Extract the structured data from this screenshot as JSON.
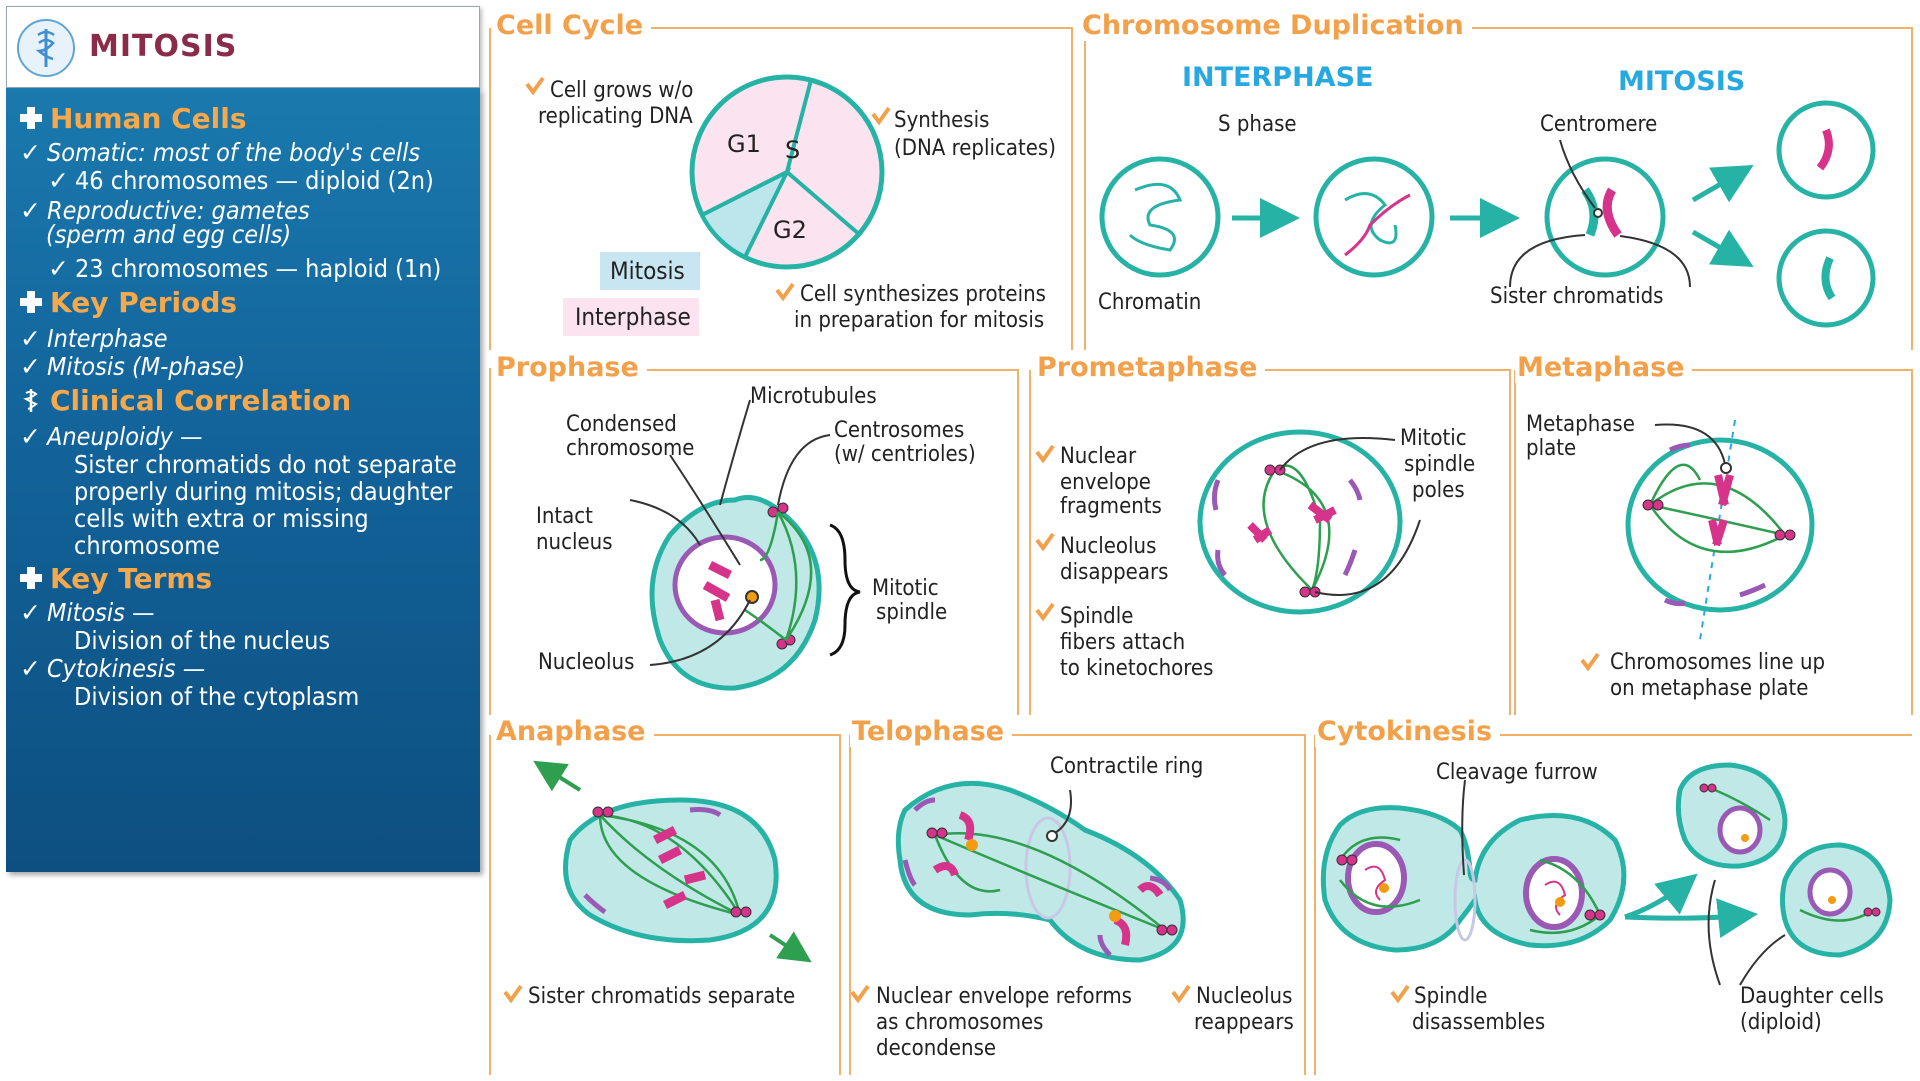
{
  "sidebar": {
    "title": "MITOSIS",
    "sections": [
      {
        "heading": "Human Cells"
      },
      {
        "heading": "Key Periods"
      },
      {
        "heading": "Clinical Correlation"
      },
      {
        "heading": "Key Terms"
      }
    ],
    "human_cells": {
      "somatic": "Somatic: most of the body's cells",
      "somatic_detail": "46 chromosomes — diploid (2n)",
      "repro_1": "Reproductive: gametes",
      "repro_2": "(sperm and egg cells)",
      "repro_detail": "23 chromosomes — haploid (1n)"
    },
    "key_periods": [
      "Interphase",
      "Mitosis (M-phase)"
    ],
    "clinical": {
      "term": "Aneuploidy —",
      "lines": [
        "Sister chromatids do not separate",
        "properly during mitosis; daughter",
        "cells with extra or missing",
        "chromosome"
      ]
    },
    "key_terms": {
      "mitosis": "Mitosis —",
      "mitosis_def": "Division of the nucleus",
      "cytokinesis": "Cytokinesis —",
      "cytokinesis_def": "Division of the cytoplasm"
    }
  },
  "panels": {
    "cell_cycle": {
      "title": "Cell Cycle",
      "note_g1": [
        "Cell grows w/o",
        "replicating DNA"
      ],
      "note_s": [
        "Synthesis",
        "(DNA replicates)"
      ],
      "note_g2": [
        "Cell synthesizes proteins",
        "in preparation for mitosis"
      ],
      "pie_labels": [
        "G1",
        "S",
        "G2"
      ],
      "legend": [
        "Mitosis",
        "Interphase"
      ]
    },
    "chromosome_duplication": {
      "title": "Chromosome Duplication",
      "interphase": "INTERPHASE",
      "mitosis": "MITOSIS",
      "s_phase": "S phase",
      "chromatin": "Chromatin",
      "centromere": "Centromere",
      "sister_chromatids": "Sister chromatids"
    },
    "prophase": {
      "title": "Prophase",
      "condensed": [
        "Condensed",
        "chromosome"
      ],
      "microtubules": "Microtubules",
      "centrosomes": [
        "Centrosomes",
        "(w/ centrioles)"
      ],
      "intact_nucleus": [
        "Intact",
        "nucleus"
      ],
      "mitotic_spindle": [
        "Mitotic",
        "spindle"
      ],
      "nucleolus": "Nucleolus"
    },
    "prometaphase": {
      "title": "Prometaphase",
      "notes": [
        [
          "Nuclear",
          "envelope",
          "fragments"
        ],
        [
          "Nucleolus",
          "disappears"
        ],
        [
          "Spindle",
          "fibers attach",
          "to kinetochores"
        ]
      ],
      "poles": [
        "Mitotic",
        "spindle",
        "poles"
      ]
    },
    "metaphase": {
      "title": "Metaphase",
      "plate": [
        "Metaphase",
        "plate"
      ],
      "note": [
        "Chromosomes line up",
        "on metaphase plate"
      ]
    },
    "anaphase": {
      "title": "Anaphase",
      "note": "Sister chromatids separate"
    },
    "telophase": {
      "title": "Telophase",
      "ring": "Contractile ring",
      "note_env": [
        "Nuclear envelope reforms",
        "as chromosomes",
        "decondense"
      ],
      "note_nuc": [
        "Nucleolus",
        "reappears"
      ]
    },
    "cytokinesis": {
      "title": "Cytokinesis",
      "furrow": "Cleavage furrow",
      "note": [
        "Spindle",
        "disassembles"
      ],
      "daughter": [
        "Daughter cells",
        "(diploid)"
      ]
    }
  },
  "colors": {
    "orange": "#f2a04a",
    "teal": "#26b3a6",
    "magenta": "#d6338a",
    "purple": "#9b59b6",
    "green": "#2e9e4f",
    "sidebar_blue": "#1a6fa3",
    "light_teal": "#bfe8e6"
  }
}
